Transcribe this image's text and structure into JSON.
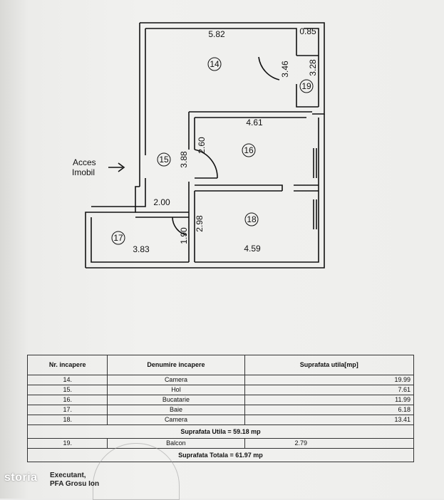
{
  "plan": {
    "access_label_line1": "Acces",
    "access_label_line2": "Imobil",
    "rooms": [
      "14",
      "15",
      "16",
      "17",
      "18",
      "19"
    ],
    "dimensions": {
      "d_582": "5.82",
      "d_085": "0.85",
      "d_346": "3.46",
      "d_328": "3.28",
      "d_461": "4.61",
      "d_260": "2.60",
      "d_388": "3.88",
      "d_200": "2.00",
      "d_298": "2.98",
      "d_190": "1.90",
      "d_383": "3.83",
      "d_459": "4.59"
    }
  },
  "table": {
    "headers": [
      "Nr. incapere",
      "Denumire incapere",
      "Suprafata utila[mp]"
    ],
    "rows": [
      {
        "nr": "14.",
        "name": "Camera",
        "area": "19.99"
      },
      {
        "nr": "15.",
        "name": "Hol",
        "area": "7.61"
      },
      {
        "nr": "16.",
        "name": "Bucatarie",
        "area": "11.99"
      },
      {
        "nr": "17.",
        "name": "Baie",
        "area": "6.18"
      },
      {
        "nr": "18.",
        "name": "Camera",
        "area": "13.41"
      }
    ],
    "suprafata_utila": "Suprafata Utila = 59.18 mp",
    "balcon_row": {
      "nr": "19.",
      "name": "Balcon",
      "area": "2.79"
    },
    "suprafata_totala": "Suprafata Totala = 61.97 mp"
  },
  "footer": {
    "line1": "Executant,",
    "line2": "PFA Grosu Ion"
  },
  "watermark": "storia"
}
